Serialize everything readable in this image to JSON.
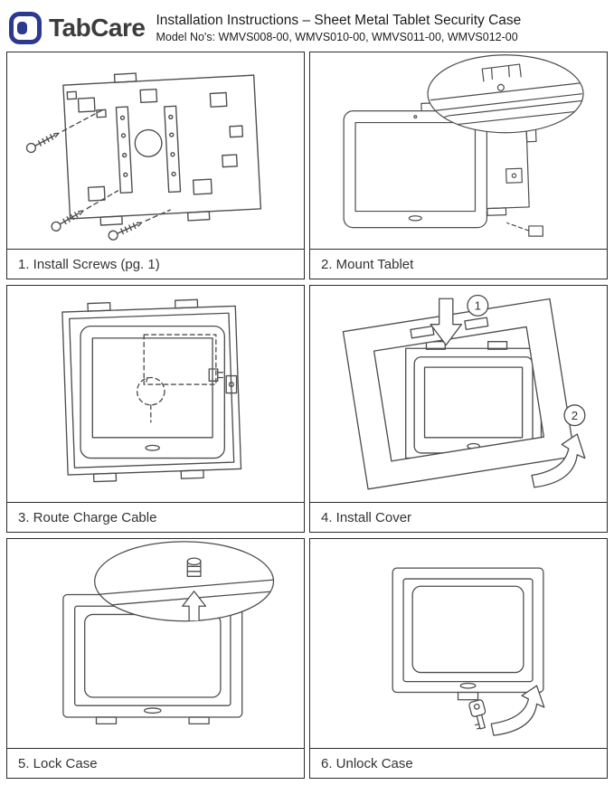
{
  "header": {
    "brand": "TabCare",
    "title": "Installation Instructions – Sheet Metal Tablet Security Case",
    "models": "Model No's: WMVS008-00, WMVS010-00, WMVS011-00, WMVS012-00"
  },
  "panels": [
    {
      "caption": "1. Install Screws (pg. 1)"
    },
    {
      "caption": "2. Mount Tablet"
    },
    {
      "caption": "3. Route Charge Cable"
    },
    {
      "caption": "4. Install Cover",
      "steps": [
        "1",
        "2"
      ]
    },
    {
      "caption": "5. Lock Case"
    },
    {
      "caption": "6. Unlock Case"
    }
  ],
  "icons": {
    "logo": "tabcare-logo-icon",
    "key": "key-icon",
    "screw": "screw-icon",
    "magnifier": "magnifier-ellipse",
    "down_arrow": "insert-arrow",
    "curved_arrow": "rotate-arrow"
  },
  "colors": {
    "brand_blue": "#2b3990",
    "line_gray": "#4d4d4d",
    "panel_border": "#2b2b2b"
  }
}
